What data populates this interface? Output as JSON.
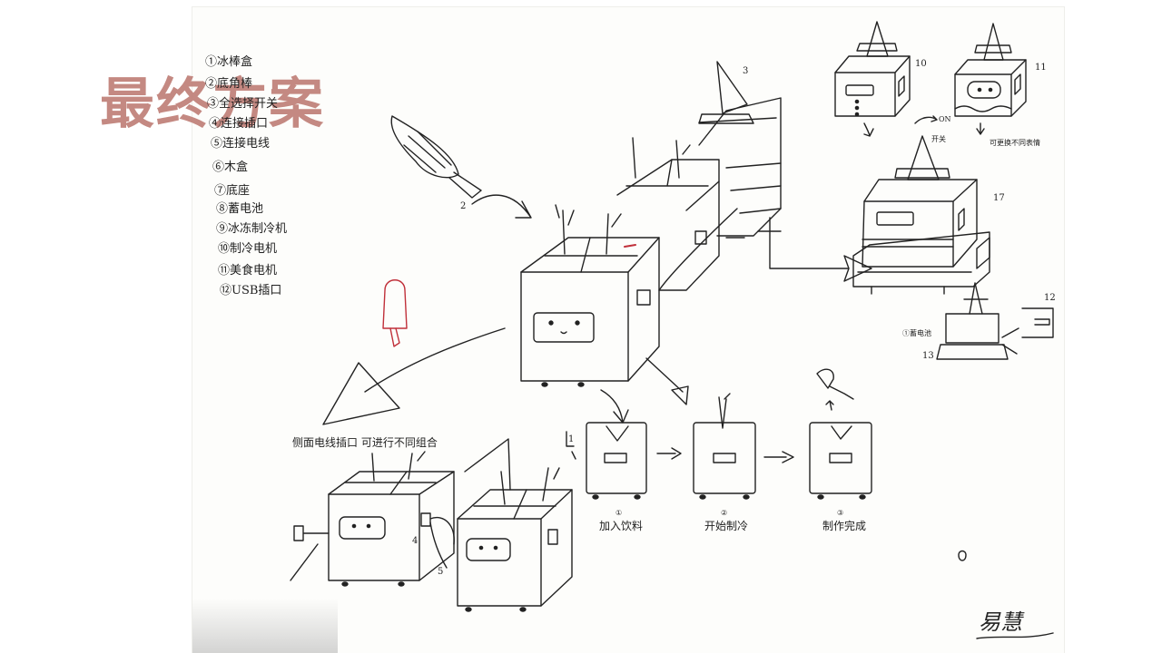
{
  "title": "最终方案",
  "legend": [
    "①冰棒盒",
    "②底角棒",
    "③全选择开关",
    "④连接插口",
    "⑤连接电线",
    "⑥木盒",
    "⑦底座",
    "⑧蓄电池",
    "⑨冰冻制冷机",
    "⑩制冷电机",
    "⑪美食电机",
    "⑫USB插口"
  ],
  "labels": {
    "side_text": "侧面电线插口  可进行不同组合",
    "step1": "加入饮料",
    "step2": "开始制冷",
    "step3": "制作完成",
    "num_2": "2",
    "num_3": "3",
    "num_4": "4",
    "num_5": "5",
    "num_10": "10",
    "num_11": "11",
    "num_12": "12",
    "num_17": "17",
    "num_13": "13",
    "num_1": "1",
    "on_label": "ON",
    "switch_label": "开关",
    "swap_label": "可更换不同表情",
    "step_n1": "①",
    "step_n2": "②",
    "step_n3": "③",
    "battery_label": "①蓄电池",
    "signature": "易慧"
  },
  "colors": {
    "title": "#c08078",
    "ink": "#222222",
    "red_ink": "#c0303a"
  }
}
